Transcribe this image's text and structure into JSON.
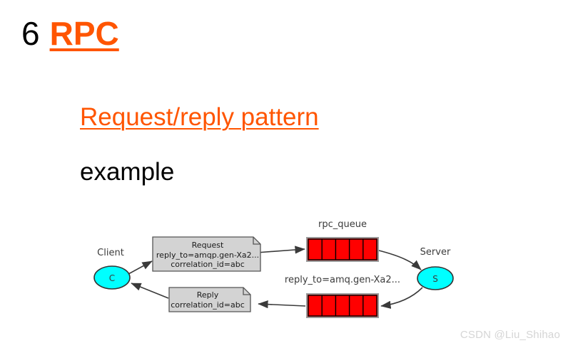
{
  "slide": {
    "number": "6",
    "title": "RPC",
    "subtitle": "Request/reply pattern",
    "subtitle_secondary": "example",
    "accent_color": "#ff5500",
    "text_color": "#000000",
    "background_color": "#ffffff"
  },
  "diagram": {
    "client": {
      "caption": "Client",
      "node_label": "C",
      "fill": "#00ffff",
      "stroke": "#333333"
    },
    "server": {
      "caption": "Server",
      "node_label": "S",
      "fill": "#00ffff",
      "stroke": "#333333"
    },
    "request_note": {
      "title": "Request",
      "line1": "reply_to=amqp.gen-Xa2...",
      "line2": "correlation_id=abc",
      "fill": "#d3d3d3",
      "stroke": "#555555"
    },
    "reply_note": {
      "title": "Reply",
      "line1": "correlation_id=abc",
      "fill": "#d3d3d3",
      "stroke": "#555555"
    },
    "request_queue": {
      "caption": "rpc_queue",
      "cells": 5,
      "fill": "#ff0000",
      "stroke": "#000000"
    },
    "reply_queue": {
      "caption": "reply_to=amq.gen-Xa2...",
      "cells": 5,
      "fill": "#ff0000",
      "stroke": "#000000"
    },
    "arrow_color": "#3a3a3a"
  },
  "watermark": {
    "text": "CSDN @Liu_Shihao",
    "color": "#d5d5d5"
  }
}
